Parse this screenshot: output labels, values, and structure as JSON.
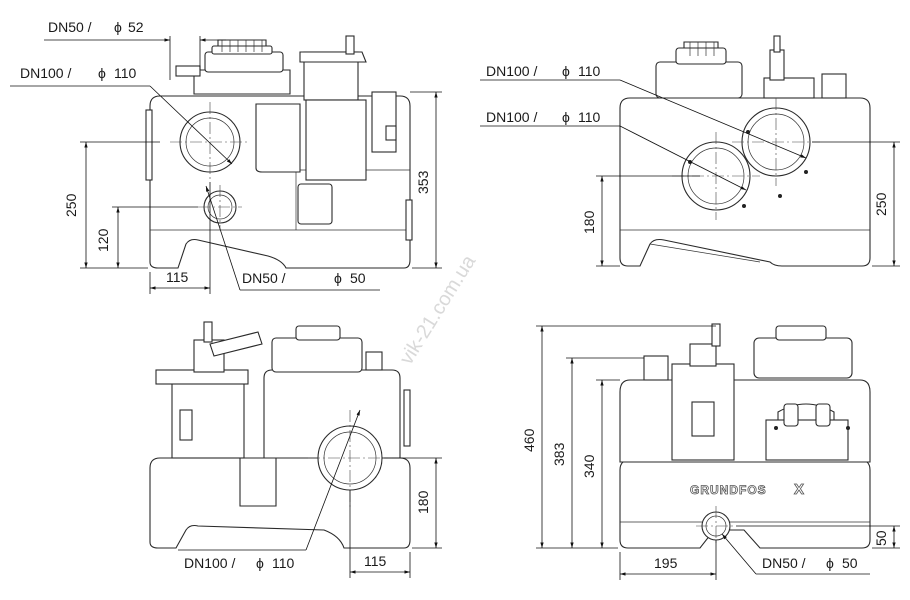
{
  "brand": {
    "logo_text": "GRUNDFOS",
    "logo_mark": "X"
  },
  "watermark": "vik-21.com.ua",
  "views": {
    "side_left": {
      "top_pipe_label": "DN50 /",
      "top_pipe_dia": "52",
      "large_inlet_label": "DN100 /",
      "large_inlet_dia": "110",
      "small_outlet_label": "DN50 /",
      "small_outlet_dia": "50",
      "dims": {
        "total_height": "353",
        "large_height": "250",
        "small_height": "120",
        "horizontal_offset": "115"
      }
    },
    "back": {
      "upper_inlet_label": "DN100 /",
      "upper_inlet_dia": "110",
      "lower_inlet_label": "DN100 /",
      "lower_inlet_dia": "110",
      "dims": {
        "lower_height": "180",
        "upper_height": "250"
      }
    },
    "side_right": {
      "inlet_label": "DN100 /",
      "inlet_dia": "110",
      "dims": {
        "height": "180",
        "horizontal_offset": "115"
      }
    },
    "front": {
      "outlet_label": "DN50 /",
      "outlet_dia": "50",
      "dims": {
        "overall_height": "460",
        "height_383": "383",
        "height_340": "340",
        "outlet_height": "50",
        "horizontal_offset": "195"
      }
    }
  },
  "symbols": {
    "diameter": "ϕ"
  }
}
